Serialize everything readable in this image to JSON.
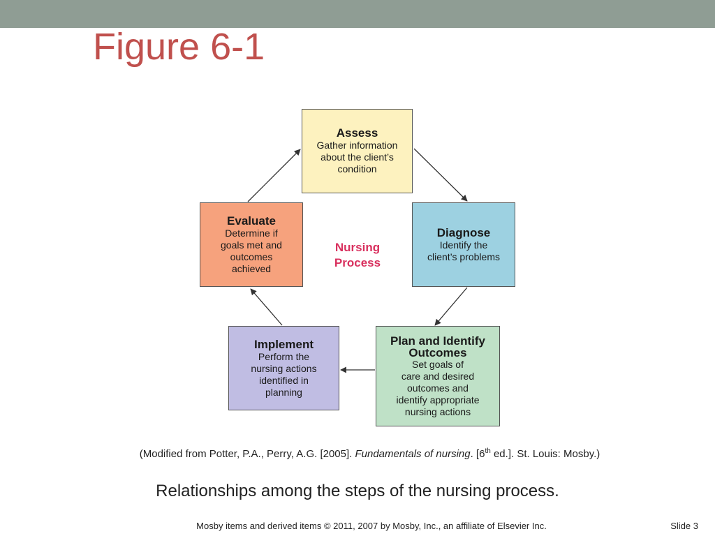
{
  "slide": {
    "title": "Figure 6-1",
    "caption": "Relationships among the steps of the nursing process.",
    "citation": {
      "before_title": "(Modified from Potter, P.A., Perry, A.G. [2005]. ",
      "book_title": "Fundamentals of nursing",
      "after_title": ". [6",
      "superscript": "th",
      "end": " ed.]. St. Louis: Mosby.)"
    },
    "footer": "Mosby items and derived items © 2011, 2007 by Mosby, Inc., an affiliate of Elsevier Inc.",
    "slide_number": "Slide 3",
    "colors": {
      "top_bar": "#8f9d94",
      "title": "#c0504d",
      "center_label": "#d9315f"
    }
  },
  "diagram": {
    "center_label": [
      "Nursing",
      "Process"
    ],
    "steps": {
      "assess": {
        "heading": [
          "Assess"
        ],
        "description": [
          "Gather information",
          "about the client’s",
          "condition"
        ],
        "color": "#fdf2bf"
      },
      "diagnose": {
        "heading": [
          "Diagnose"
        ],
        "description": [
          "Identify the",
          "client’s problems"
        ],
        "color": "#9dd1e1"
      },
      "plan": {
        "heading": [
          "Plan and Identify",
          "Outcomes"
        ],
        "description": [
          "Set goals of",
          "care and desired",
          "outcomes and",
          "identify appropriate",
          "nursing actions"
        ],
        "color": "#bfe1c7"
      },
      "implement": {
        "heading": [
          "Implement"
        ],
        "description": [
          "Perform the",
          "nursing actions",
          "identified in",
          "planning"
        ],
        "color": "#c0bde3"
      },
      "evaluate": {
        "heading": [
          "Evaluate"
        ],
        "description": [
          "Determine if",
          "goals met and",
          "outcomes",
          "achieved"
        ],
        "color": "#f6a27d"
      }
    },
    "flow": [
      {
        "from": "assess",
        "to": "diagnose"
      },
      {
        "from": "diagnose",
        "to": "plan"
      },
      {
        "from": "plan",
        "to": "implement"
      },
      {
        "from": "implement",
        "to": "evaluate"
      },
      {
        "from": "evaluate",
        "to": "assess"
      }
    ]
  }
}
